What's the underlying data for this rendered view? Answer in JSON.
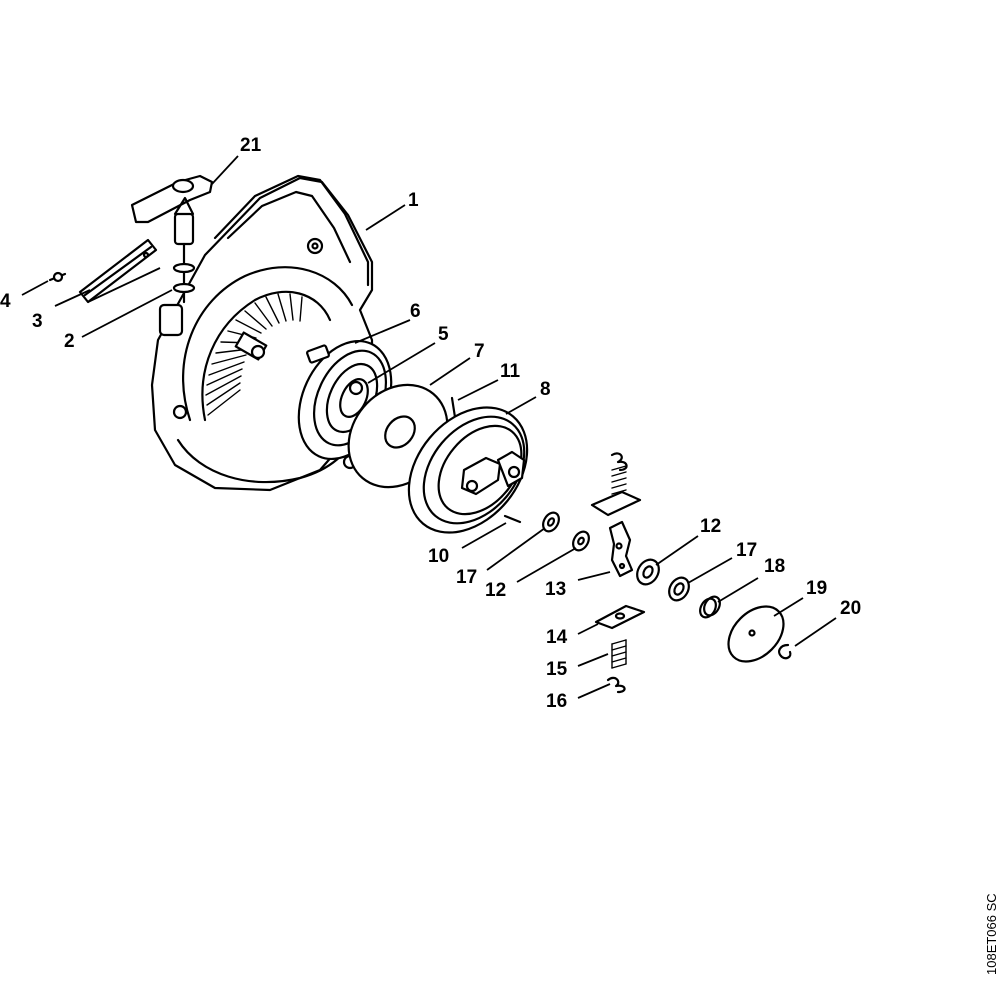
{
  "reference_code": "108ET066 SC",
  "callouts": [
    {
      "id": "c1",
      "label": "1"
    },
    {
      "id": "c2",
      "label": "2"
    },
    {
      "id": "c3",
      "label": "3"
    },
    {
      "id": "c4",
      "label": "4"
    },
    {
      "id": "c5",
      "label": "5"
    },
    {
      "id": "c6",
      "label": "6"
    },
    {
      "id": "c7",
      "label": "7"
    },
    {
      "id": "c8",
      "label": "8"
    },
    {
      "id": "c10",
      "label": "10"
    },
    {
      "id": "c11",
      "label": "11"
    },
    {
      "id": "c12a",
      "label": "12"
    },
    {
      "id": "c12b",
      "label": "12"
    },
    {
      "id": "c13",
      "label": "13"
    },
    {
      "id": "c14",
      "label": "14"
    },
    {
      "id": "c15",
      "label": "15"
    },
    {
      "id": "c16",
      "label": "16"
    },
    {
      "id": "c17a",
      "label": "17"
    },
    {
      "id": "c17b",
      "label": "17"
    },
    {
      "id": "c18",
      "label": "18"
    },
    {
      "id": "c19",
      "label": "19"
    },
    {
      "id": "c20",
      "label": "20"
    },
    {
      "id": "c21",
      "label": "21"
    }
  ]
}
